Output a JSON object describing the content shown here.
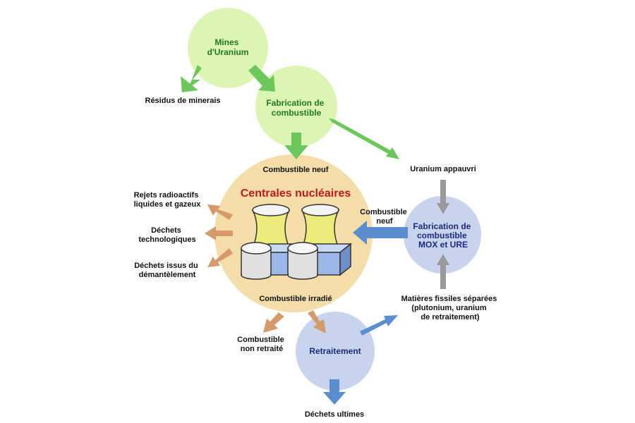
{
  "nodes": {
    "mines": {
      "line1": "Mines",
      "line2": "d'Uranium"
    },
    "fabrication": {
      "line1": "Fabrication de",
      "line2": "combustible"
    },
    "centrales": {
      "title": "Centrales nucléaires"
    },
    "mox": {
      "line1": "Fabrication de",
      "line2": "combustible",
      "line3": "MOX et URE"
    },
    "retraitement": {
      "title": "Retraitement"
    }
  },
  "labels": {
    "residus": "Résidus de minerais",
    "combustible_neuf_top": "Combustible neuf",
    "uranium_appauvri": "Uranium appauvri",
    "combustible_neuf_right": {
      "line1": "Combustible",
      "line2": "neuf"
    },
    "rejets": {
      "line1": "Rejets radioactifs",
      "line2": "liquides et gazeux"
    },
    "dechets_techno": {
      "line1": "Déchets",
      "line2": "technologiques"
    },
    "dechets_demantelement": {
      "line1": "Déchets issus du",
      "line2": "démantèlement"
    },
    "combustible_irradie": "Combustible irradié",
    "matieres": {
      "line1": "Matières fissiles séparées",
      "line2": "(plutonium, uranium",
      "line3": "de retraitement)"
    },
    "combustible_non_retraite": {
      "line1": "Combustible",
      "line2": "non retraité"
    },
    "dechets_ultimes": "Déchets ultimes"
  },
  "colors": {
    "green_circle": "#dcf5b4",
    "green_arrow": "#6cc85a",
    "orange_circle": "#f4dda8",
    "orange_arrow": "#d49a6a",
    "blue_circle": "#c8d4ee",
    "blue_arrow": "#5b8ed0",
    "gray_arrow": "#9a9a9a",
    "tower_yellow": "#ecec7a",
    "building_blue": "#9bb8e8",
    "title_green": "#1f7a1f",
    "title_blue": "#1b2a80",
    "title_red": "#c0181c"
  }
}
